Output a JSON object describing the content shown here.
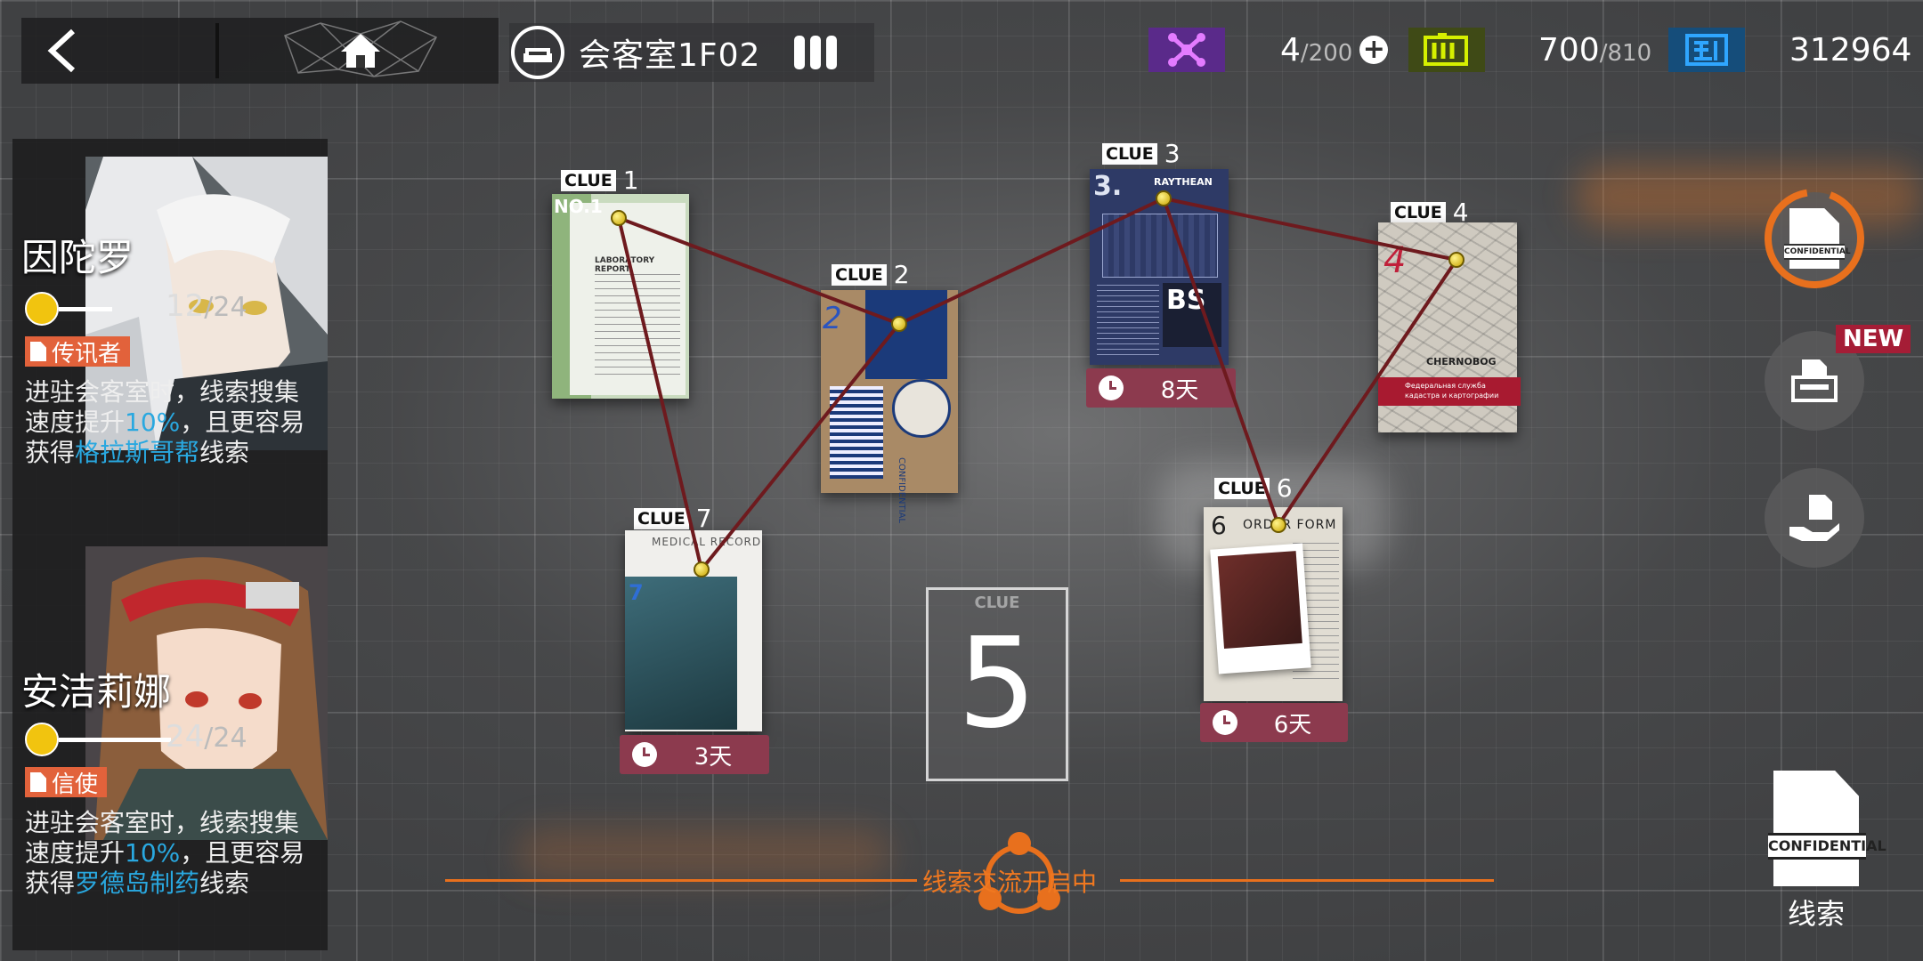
{
  "topbar": {
    "room_title": "会客室1F02",
    "drone": {
      "current": "4",
      "max": "/200"
    },
    "sanity": {
      "current": "700",
      "max": "/810"
    },
    "lmd": "312964"
  },
  "operators": [
    {
      "name": "因陀罗",
      "trust": "12",
      "trust_max": "/24",
      "trust_fraction": 0.5,
      "role": "传讯者",
      "desc_a": "进驻会客室时，线索搜集",
      "desc_b": "速度提升",
      "desc_pct": "10%",
      "desc_c": "，且更容易",
      "desc_d": "获得",
      "desc_faction": "格拉斯哥帮",
      "desc_e": "线索"
    },
    {
      "name": "安洁莉娜",
      "trust": "24",
      "trust_max": "/24",
      "trust_fraction": 1.0,
      "role": "信使",
      "desc_a": "进驻会客室时，线索搜集",
      "desc_b": "速度提升",
      "desc_pct": "10%",
      "desc_c": "，且更容易",
      "desc_d": "获得",
      "desc_faction": "罗德岛制药",
      "desc_e": "线索"
    }
  ],
  "clue_tag": "CLUE",
  "clues": [
    {
      "num": "1",
      "card_no": "NO.1",
      "card_title": "LABORATORY REPORT"
    },
    {
      "num": "2",
      "card_no": "2",
      "card_title": "CONFIDENTIAL"
    },
    {
      "num": "3",
      "card_no": "3.",
      "card_title": "RAYTHEAN",
      "card_logo": "BS",
      "timer": "8天"
    },
    {
      "num": "4",
      "card_no": "4",
      "card_title": "CHERNOBOG",
      "card_banner": "Федеральная служба кадастра и картографии"
    },
    {
      "num": "5"
    },
    {
      "num": "6",
      "card_no": "6",
      "card_title": "ORDER FORM",
      "timer": "6天"
    },
    {
      "num": "7",
      "card_no": "7",
      "card_title": "MEDICAL RECORD",
      "timer": "3天"
    }
  ],
  "right_panel": {
    "confidential": "CONFIDENTIAL",
    "new_badge": "NEW",
    "clue_button_label": "线索",
    "clue_stamp": "CONFIDENTIAL"
  },
  "exchange_text": "线索交流开启中",
  "colors": {
    "accent_orange": "#e8701d",
    "timer_bg": "#8c3a4e",
    "highlight_blue": "#29a8e0",
    "role_tag": "#e2623b"
  }
}
